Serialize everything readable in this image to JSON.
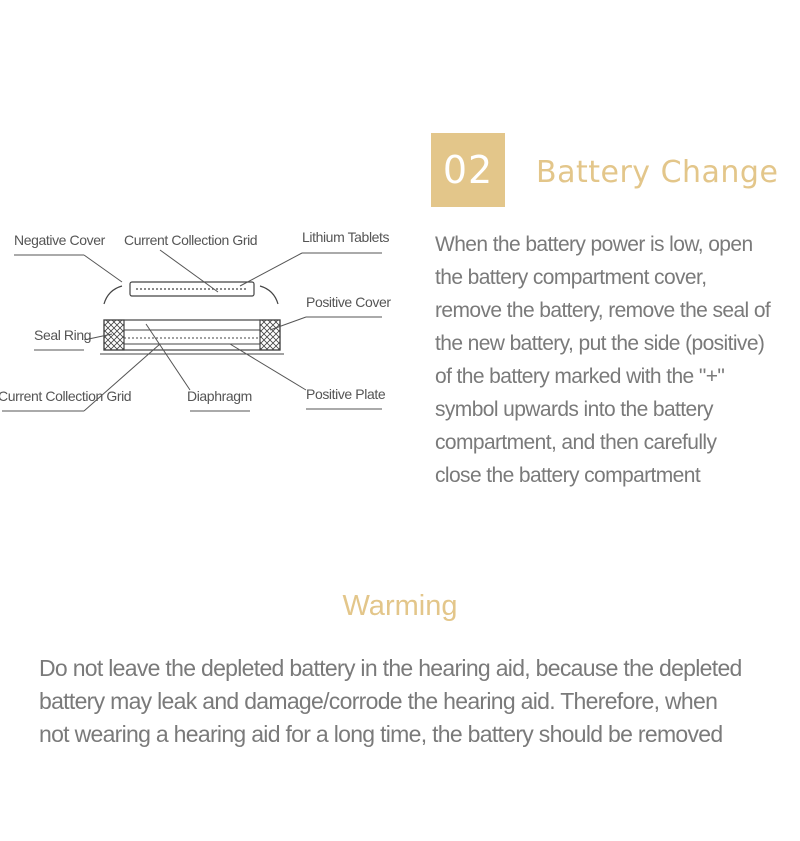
{
  "step": {
    "number": "02",
    "title": "Battery Change",
    "description_lines": [
      "When the battery power is low, open",
      "the battery compartment cover,",
      "remove the battery, remove the seal  of",
      "the new battery, put the side (positive)",
      "of the battery marked  with  the \"+\"",
      "symbol upwards into the battery",
      "compartment, and then carefully",
      "close the battery  compartment"
    ]
  },
  "diagram": {
    "labels": {
      "negative_cover": "Negative Cover",
      "current_collection_grid_top": "Current Collection Grid",
      "lithium_tablets": "Lithium Tablets",
      "positive_cover": "Positive  Cover",
      "seal_ring": "Seal Ring",
      "current_collection_grid_bottom": "Current Collection Grid",
      "diaphragm": "Diaphragm",
      "positive_plate": "Positive Plate"
    }
  },
  "warning": {
    "title": "Warming",
    "lines": [
      "Do not leave the depleted battery in the hearing aid, because the depleted",
      "battery may leak and damage/corrode the hearing aid. Therefore, when",
      "not wearing a hearing aid for a long time, the battery should be removed"
    ]
  },
  "colors": {
    "accent": "#e3c68a",
    "text": "#7a7a7a",
    "diagram_line": "#555555"
  }
}
